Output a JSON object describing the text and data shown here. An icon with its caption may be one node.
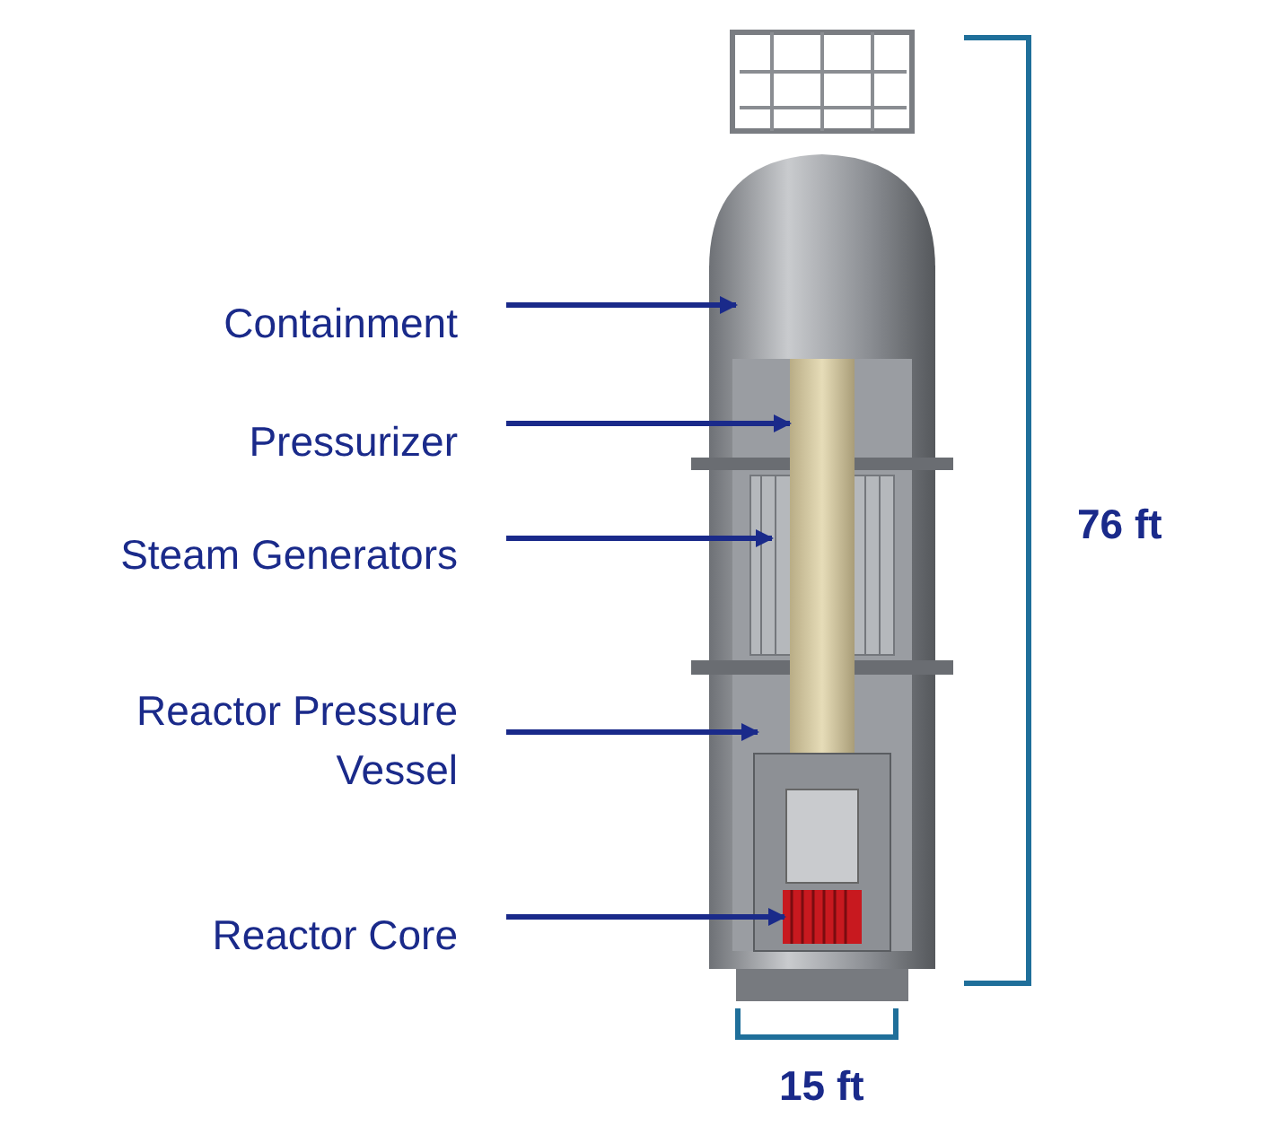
{
  "diagram": {
    "nodes": [
      {
        "text": [
          "Containment"
        ]
      },
      {
        "text": [
          "Pressurizer"
        ]
      },
      {
        "text": [
          "Steam Generators"
        ]
      },
      {
        "text": [
          "Reactor Pressure Vessel"
        ]
      },
      {
        "text": [
          "Reactor Core"
        ]
      }
    ],
    "edges": [
      {
        "from": 0,
        "to": null,
        "arrow": "to"
      },
      {
        "from": 1,
        "to": null,
        "arrow": "to"
      },
      {
        "from": 2,
        "to": null,
        "arrow": "to"
      },
      {
        "from": 3,
        "to": null,
        "arrow": "to"
      },
      {
        "from": 4,
        "to": null,
        "arrow": "to"
      }
    ],
    "labels": [
      "76 ft",
      "15 ft"
    ]
  }
}
